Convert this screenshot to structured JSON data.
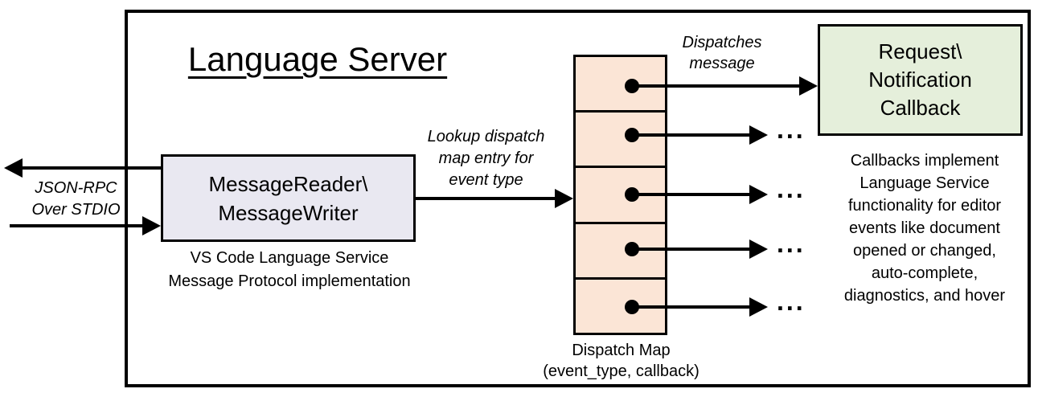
{
  "diagram": {
    "title": "Language Server"
  },
  "io": {
    "label": "JSON-RPC\nOver STDIO"
  },
  "message_reader": {
    "label": "MessageReader\\\nMessageWriter",
    "caption": "VS Code Language Service\nMessage Protocol implementation"
  },
  "lookup_label": "Lookup dispatch\nmap entry for\nevent type",
  "dispatches_label": "Dispatches\nmessage",
  "dispatch_map": {
    "label": "Dispatch Map\n(event_type, callback)",
    "row_count": 5,
    "ellipsis": "..."
  },
  "callback_box": {
    "label": "Request\\\nNotification\nCallback",
    "caption": "Callbacks implement\nLanguage Service\nfunctionality for editor\nevents like document\nopened or changed,\nauto-complete,\ndiagnostics, and hover"
  },
  "colors": {
    "reader_fill": "#e9e8f1",
    "map_fill": "#fbe5d6",
    "callback_fill": "#e5efdb",
    "line": "#000000",
    "background": "#ffffff"
  }
}
